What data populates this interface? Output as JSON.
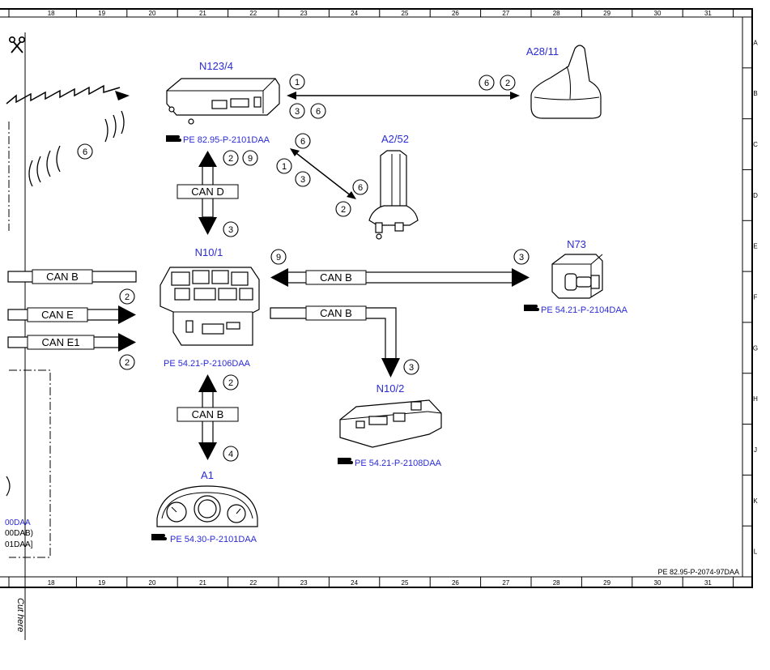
{
  "grid": {
    "columns": [
      "18",
      "19",
      "20",
      "21",
      "22",
      "23",
      "24",
      "25",
      "26",
      "27",
      "28",
      "29",
      "30",
      "31"
    ],
    "rows": [
      "A",
      "B",
      "C",
      "D",
      "E",
      "F",
      "G",
      "H",
      "J",
      "K",
      "L"
    ]
  },
  "components": {
    "n123_4": {
      "label": "N123/4",
      "ref": "PE 82.95-P-2101DAA"
    },
    "a28_11": {
      "label": "A28/11"
    },
    "a2_52": {
      "label": "A2/52"
    },
    "n10_1": {
      "label": "N10/1",
      "ref": "PE 54.21-P-2106DAA"
    },
    "n73": {
      "label": "N73",
      "ref": "PE 54.21-P-2104DAA"
    },
    "n10_2": {
      "label": "N10/2",
      "ref": "PE 54.21-P-2108DAA"
    },
    "a1": {
      "label": "A1",
      "ref": "PE 54.30-P-2101DAA"
    }
  },
  "buses": {
    "can_d": "CAN D",
    "can_b_left": "CAN B",
    "can_e": "CAN E",
    "can_e1": "CAN E1",
    "can_b_n73": "CAN B",
    "can_b_n10_2": "CAN B",
    "can_b_a1": "CAN B"
  },
  "markers": {
    "m_a": "1",
    "m_b": "3",
    "m_c": "6",
    "m_d": "6",
    "m_e": "2",
    "m_f": "6",
    "m_g": "2",
    "m_h": "9",
    "m_i": "6",
    "m_j": "1",
    "m_k": "3",
    "m_l": "6",
    "m_m": "2",
    "m_n": "3",
    "m_o": "9",
    "m_p": "3",
    "m_q": "2",
    "m_r": "2",
    "m_s": "3",
    "m_t": "2",
    "m_u": "4"
  },
  "left_partial": {
    "line1": "00DAA",
    "line2": "00DAB)",
    "line3": "01DAA]"
  },
  "footer_code": "PE 82.95-P-2074-97DAA",
  "cut_text": "Cut here",
  "scissors_icon": "scissors-icon",
  "ref_icon": "manual-reference-icon"
}
